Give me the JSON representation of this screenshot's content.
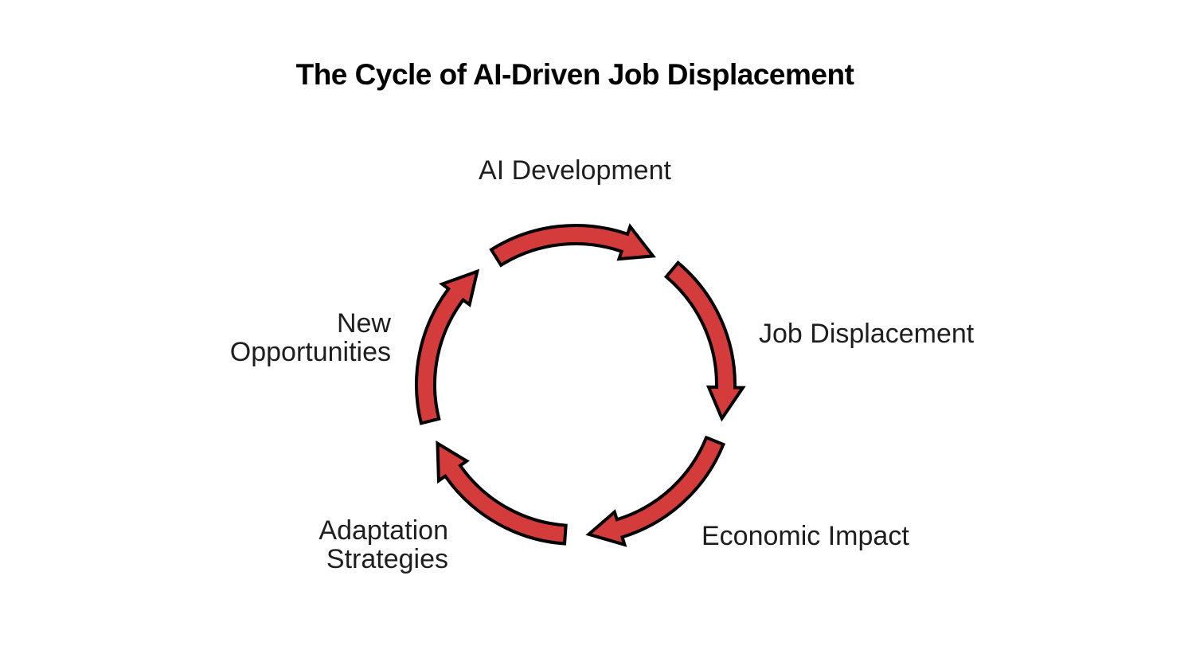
{
  "title": "The Cycle of AI-Driven Job Displacement",
  "diagram": {
    "type": "cycle",
    "direction": "clockwise",
    "steps": [
      {
        "label": "AI Development",
        "display": "AI Development",
        "position": "top"
      },
      {
        "label": "Job Displacement",
        "display": "Job Displacement",
        "position": "right"
      },
      {
        "label": "Economic Impact",
        "display": "Economic Impact",
        "position": "bottom-right"
      },
      {
        "label": "Adaptation Strategies",
        "display": "Adaptation\nStrategies",
        "position": "bottom-left"
      },
      {
        "label": "New Opportunities",
        "display": "New\nOpportunities",
        "position": "left"
      }
    ],
    "arrow_count": 5,
    "colors": {
      "arrow_fill": "#D43B3B",
      "arrow_outline": "#000000",
      "title_text": "#000000",
      "label_text": "#1E1E1E",
      "background": "#FFFFFF"
    }
  }
}
